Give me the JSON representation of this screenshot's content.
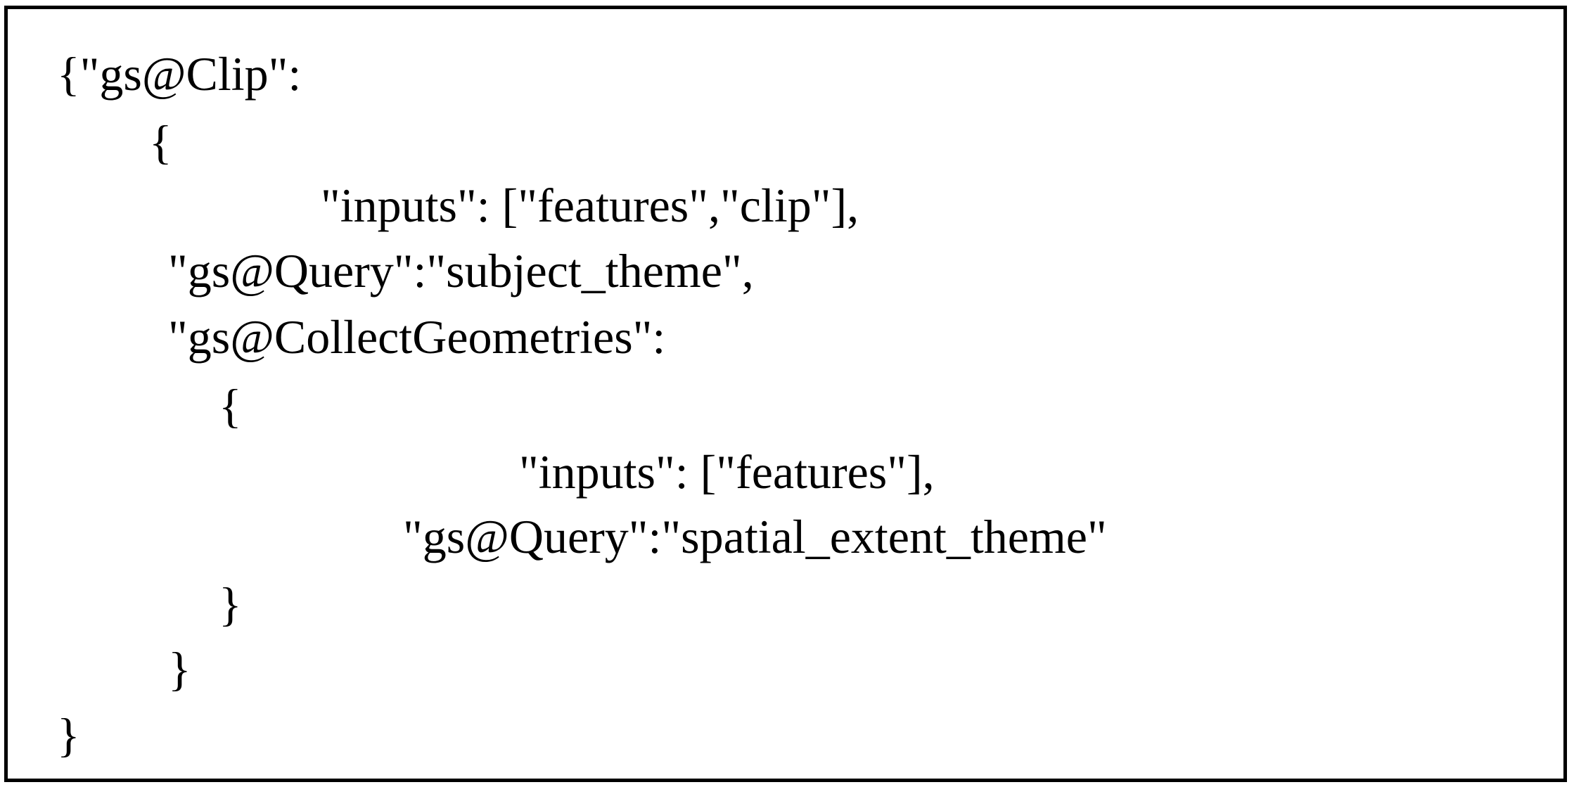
{
  "code_lines": [
    "{\"gs@Clip\":",
    "{",
    "\"inputs\": [\"features\",\"clip\"],",
    "\"gs@Query\":\"subject_theme\",",
    "\"gs@CollectGeometries\":",
    "{",
    "\"inputs\": [\"features\"],",
    "\"gs@Query\":\"spatial_extent_theme\"",
    "}",
    "}",
    "}"
  ]
}
